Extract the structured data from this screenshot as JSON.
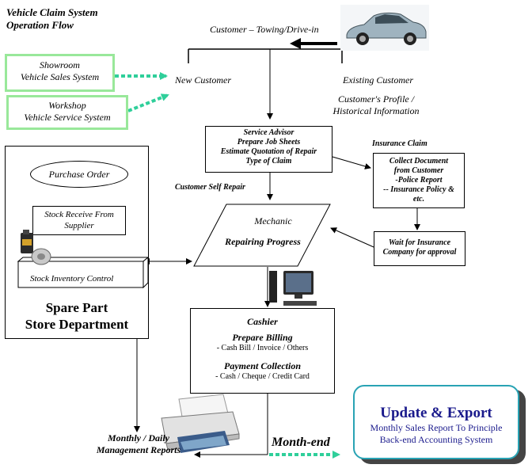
{
  "title": {
    "line1": "Vehicle Claim System",
    "line2": "Operation Flow"
  },
  "entry": {
    "customer_label": "Customer – Towing/Drive-in",
    "new_customer": "New Customer",
    "existing_customer": "Existing Customer",
    "profile_line1": "Customer's Profile /",
    "profile_line2": "Historical Information"
  },
  "systems": {
    "showroom_line1": "Showroom",
    "showroom_line2": "Vehicle Sales System",
    "workshop_line1": "Workshop",
    "workshop_line2": "Vehicle Service System"
  },
  "service_advisor": {
    "l1": "Service Advisor",
    "l2": "Prepare Job Sheets",
    "l3": "Estimate Quotation of Repair",
    "l4": "Type of Claim"
  },
  "insurance": {
    "label": "Insurance Claim",
    "collect_l1": "Collect Document",
    "collect_l2": "from Customer",
    "collect_l3": "-Police Report",
    "collect_l4": "-- Insurance Policy &",
    "collect_l5": "etc.",
    "wait_l1": "Wait for Insurance",
    "wait_l2": "Company for approval"
  },
  "self_repair": "Customer Self Repair",
  "mechanic": {
    "l1": "Mechanic",
    "l2": "Repairing Progress"
  },
  "spare_part": {
    "purchase_order": "Purchase Order",
    "stock_receive_l1": "Stock Receive From",
    "stock_receive_l2": "Supplier",
    "stock_inventory": "Stock Inventory Control",
    "dept_l1": "Spare Part",
    "dept_l2": "Store Department"
  },
  "cashier": {
    "title": "Cashier",
    "billing_title": "Prepare Billing",
    "billing_items": "- Cash Bill / Invoice / Others",
    "payment_title": "Payment Collection",
    "payment_items": "- Cash / Cheque / Credit Card"
  },
  "reports": {
    "l1": "Monthly / Daily",
    "l2": "Management Reports"
  },
  "month_end": "Month-end",
  "update_export": {
    "title": "Update & Export",
    "l1": "Monthly Sales Report To Principle",
    "l2": "Back-end Accounting System"
  },
  "colors": {
    "green_border": "#99e89a",
    "teal_arrow": "#2fcf9a",
    "title_blue": "#1a1a8c",
    "export_border": "#29a3b4"
  },
  "icons": [
    "car-icon",
    "oil-can-icon",
    "computer-icon",
    "printer-icon"
  ]
}
